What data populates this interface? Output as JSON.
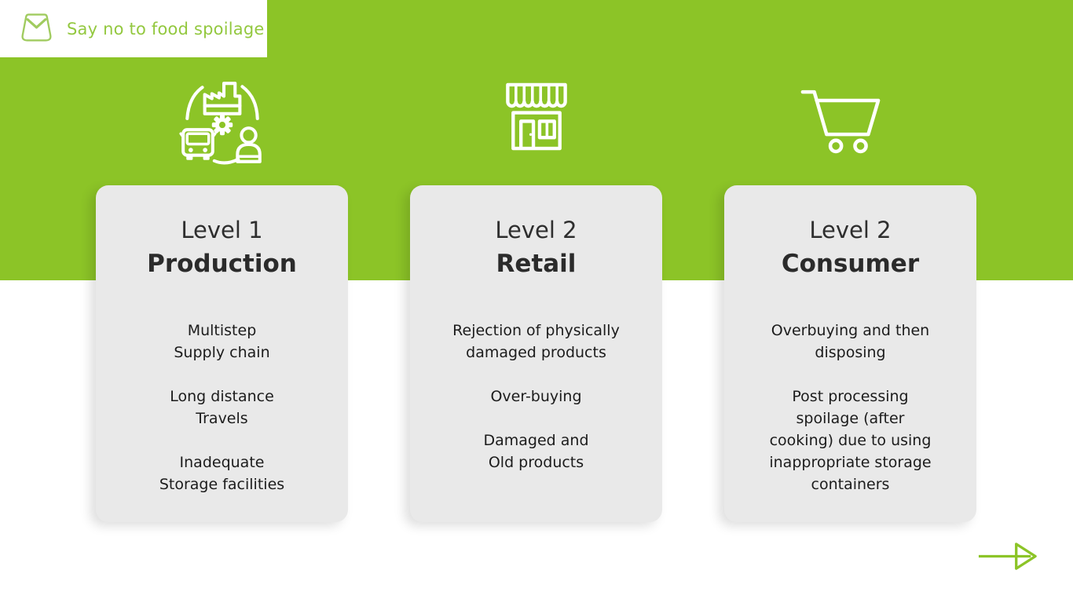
{
  "slide": {
    "header": {
      "logo_icon": "mailbox-icon",
      "brand": "Say no to food spoilage"
    },
    "columns": [
      {
        "icon": "supply-chain-icon",
        "level": "Level 1",
        "title": "Production",
        "items": [
          "Multistep\nSupply chain",
          "Long distance\nTravels",
          "Inadequate\nStorage facilities"
        ]
      },
      {
        "icon": "storefront-icon",
        "level": "Level 2",
        "title": "Retail",
        "items": [
          "Rejection of physically\ndamaged products",
          "Over-buying",
          "Damaged and\nOld products"
        ]
      },
      {
        "icon": "shopping-cart-icon",
        "level": "Level 2",
        "title": "Consumer",
        "items": [
          "Overbuying and then\ndisposing",
          "Post processing\nspoilage (after\ncooking) due to using\ninappropriate storage\ncontainers"
        ]
      }
    ],
    "footer": {
      "next_icon": "arrow-right-icon"
    },
    "colors": {
      "accent_green": "#8CC427",
      "brand_text_green": "#93C83F",
      "logo_green": "#A0CB5F",
      "card_background": "#E9E9E9",
      "heading_text": "#2B2B2B",
      "body_text": "#1C1C1C",
      "icon_white": "#FFFFFF"
    }
  }
}
